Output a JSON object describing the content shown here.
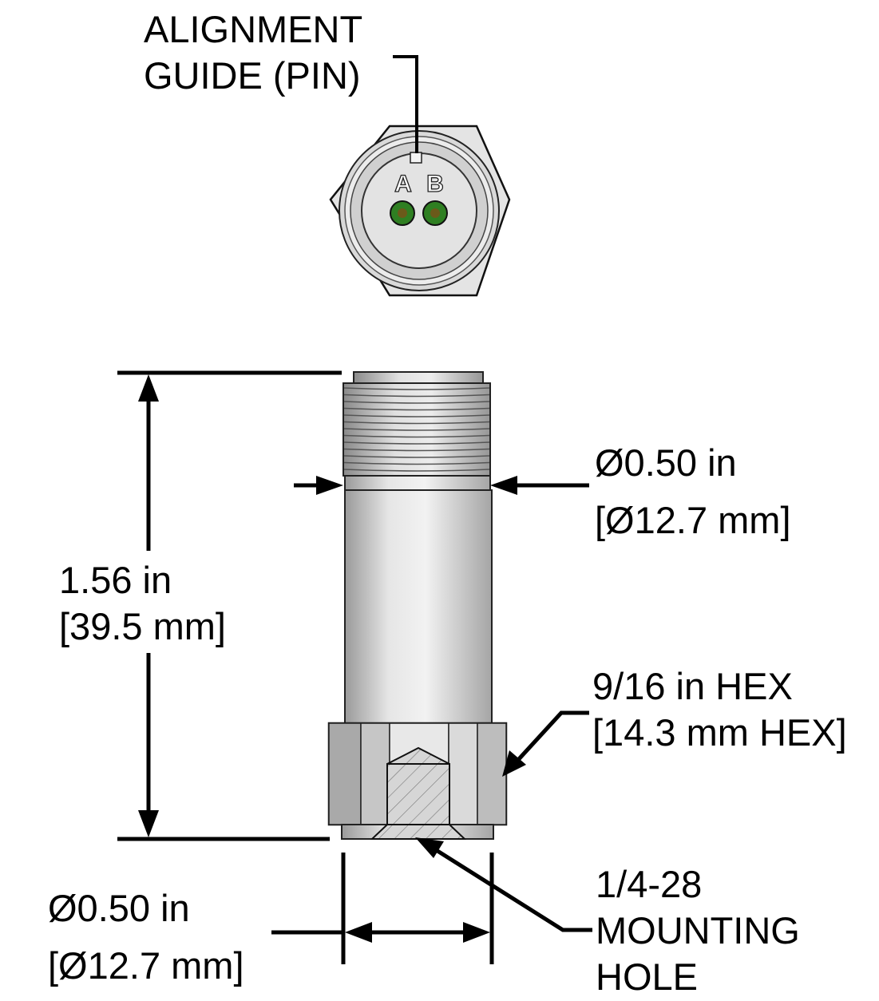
{
  "callouts": {
    "alignment_guide": {
      "line1": "ALIGNMENT",
      "line2": "GUIDE (PIN)"
    },
    "top_diameter": {
      "line1": "Ø0.50 in",
      "line2": "[Ø12.7 mm]"
    },
    "length": {
      "line1": "1.56 in",
      "line2": "[39.5 mm]"
    },
    "hex": {
      "line1": "9/16 in HEX",
      "line2": "[14.3 mm HEX]"
    },
    "bottom_diameter": {
      "line1": "Ø0.50 in",
      "line2": "[Ø12.7 mm]"
    },
    "mounting_hole": {
      "line1": "1/4-28",
      "line2": "MOUNTING",
      "line3": "HOLE"
    }
  },
  "connector": {
    "pin_a": "A",
    "pin_b": "B"
  },
  "colors": {
    "line": "#000000",
    "body_light": "#e8e8e8",
    "body_dark": "#8f8f8f",
    "pin_green": "#1f7a1a"
  }
}
